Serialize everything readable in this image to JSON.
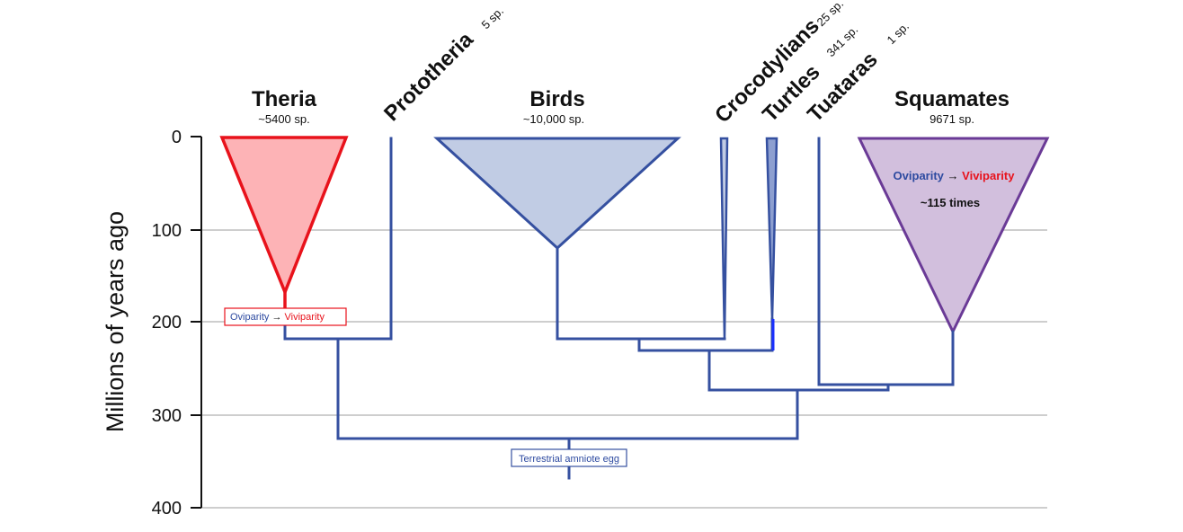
{
  "axis": {
    "label": "Millions of years ago",
    "ticks": [
      "0",
      "100",
      "200",
      "300",
      "400"
    ]
  },
  "clades": {
    "theria": {
      "name": "Theria",
      "species": "~5400 sp."
    },
    "prototheria": {
      "name": "Prototheria",
      "species": "5 sp."
    },
    "birds": {
      "name": "Birds",
      "species": "~10,000 sp."
    },
    "crocodylians": {
      "name": "Crocodylians",
      "species": "25 sp."
    },
    "turtles": {
      "name": "Turtles",
      "species": "341 sp."
    },
    "tuataras": {
      "name": "Tuataras",
      "species": "1 sp."
    },
    "squamates": {
      "name": "Squamates",
      "species": "9671 sp."
    }
  },
  "annotations": {
    "theria_transition": {
      "from": "Oviparity",
      "arrow": "→",
      "to": "Viviparity"
    },
    "squamate_transition": {
      "from": "Oviparity",
      "arrow": "→",
      "to": "Viviparity",
      "count": "~115 times"
    },
    "root": "Terrestrial amniote egg"
  },
  "colors": {
    "tree": "#3550a0",
    "theria": "#e8121b",
    "theria_fill": "#fdb3b6",
    "birds_fill": "#c1cce4",
    "squamates": "#6a3a96",
    "squamates_fill": "#d2bfdd",
    "oviparity": "#2d4aa0",
    "viviparity": "#e8121b",
    "grid": "#bdbdbd"
  }
}
